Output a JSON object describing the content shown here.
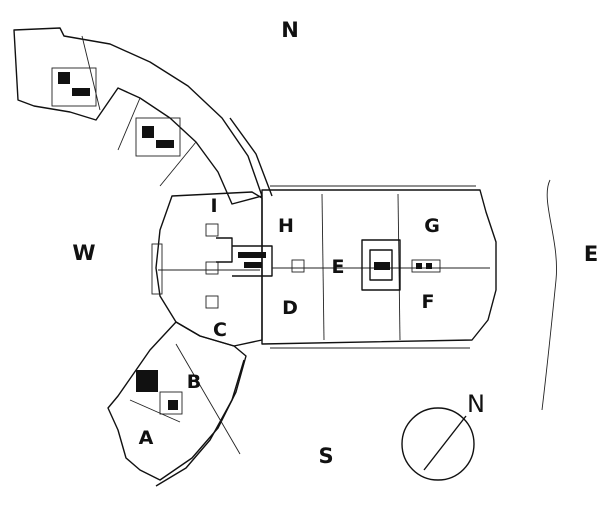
{
  "directions": {
    "north": "N",
    "south": "S",
    "east": "E",
    "west": "W"
  },
  "compass": {
    "label": "N"
  },
  "units": {
    "a": "A",
    "b": "B",
    "c": "C",
    "d": "D",
    "e": "E",
    "f": "F",
    "g": "G",
    "h": "H",
    "i": "I"
  }
}
